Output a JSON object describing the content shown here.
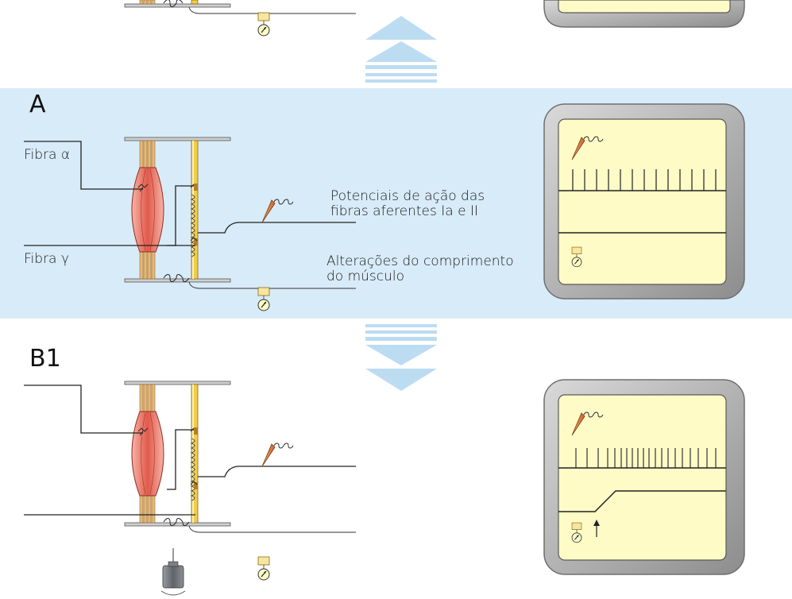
{
  "colors": {
    "band": "#d8ebf8",
    "arrow": "#bcdcf2",
    "screen": "#fefbc6",
    "bezel": "#b1b1b1",
    "muscle": "#e05a4c",
    "spindle": "#f2cc4a",
    "tendon": "#e2b97d"
  },
  "panels": {
    "a": {
      "letter": "A",
      "label_alpha": "Fibra α",
      "label_gamma": "Fibra γ",
      "anno_potential_l1": "Potenciais de ação das",
      "anno_potential_l2": "fibras aferentes Ia e II",
      "anno_length_l1": "Alterações do comprimento",
      "anno_length_l2": "do músculo"
    },
    "b1": {
      "letter": "B1"
    }
  },
  "icons": [
    "arrow-up-icon",
    "arrow-down-icon",
    "electrode-icon",
    "meter-icon",
    "weight-icon",
    "small-arrow-up-icon"
  ]
}
